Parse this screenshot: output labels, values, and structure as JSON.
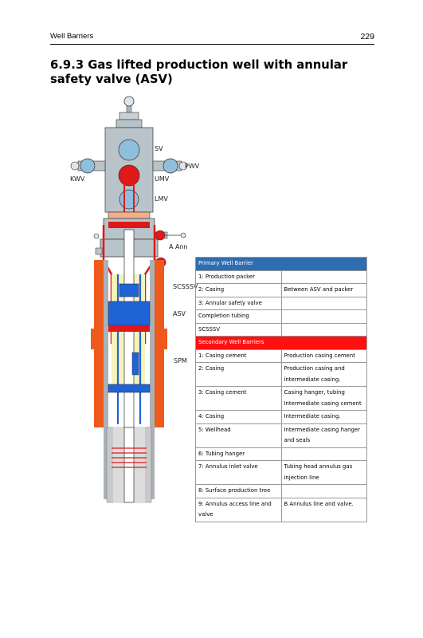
{
  "header": {
    "section": "Well Barriers",
    "page_number": "229"
  },
  "title": "6.9.3  Gas lifted production well with annular safety valve (ASV)",
  "figure": {
    "labels": {
      "sv": "SV",
      "pwv": "PWV",
      "kwv": "KWV",
      "umv": "UMV",
      "lmv": "LMV",
      "a_ann": "A Ann",
      "scsssv": "SCSSSV",
      "asv": "ASV",
      "spm": "SPM"
    },
    "colors": {
      "steel": "#b9c3ca",
      "valve": "#8fbfdc",
      "red": "#e01818",
      "orange": "#ee5a1c",
      "yellow": "#f6f3b8",
      "blue": "#1f63d6",
      "cement": "#c9c9c9"
    }
  },
  "barrier_table": {
    "primary_header": "Primary Well Barrier",
    "primary_rows": [
      [
        "1: Production packer",
        ""
      ],
      [
        "2: Casing",
        "Between ASV and packer"
      ],
      [
        "3: Annular safety valve",
        ""
      ],
      [
        "Completion  tubing",
        ""
      ],
      [
        "SCSSSV",
        ""
      ]
    ],
    "secondary_header": "Secondary Well Barriers",
    "secondary_rows": [
      [
        "1: Casing cement",
        "Production casing cement"
      ],
      [
        "2: Casing",
        "Production casing and intermediate casing."
      ],
      [
        "3: Casing cement",
        "Casing hanger, tubing Intermediate casing cement"
      ],
      [
        "4: Casing",
        "Intermediate casing."
      ],
      [
        "5: Wellhead",
        "Intermediate casing hanger and seals"
      ],
      [
        "6: Tubing hanger",
        ""
      ],
      [
        "7: Annulus inlet valve",
        "Tubing head annulus gas injection line"
      ],
      [
        "8: Surface production tree",
        ""
      ],
      [
        "9: Annulus access line and valve",
        "B Annulus line and valve."
      ]
    ]
  }
}
